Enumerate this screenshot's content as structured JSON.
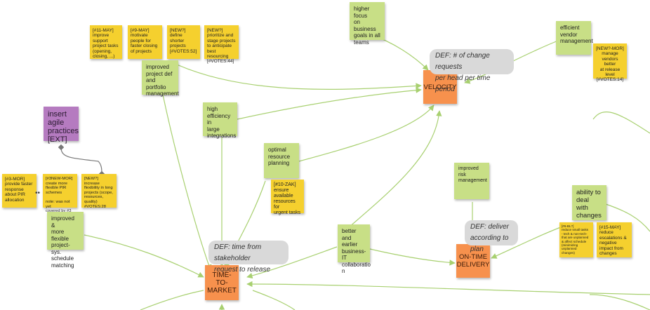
{
  "colors": {
    "edge": "#a8d070",
    "yellow": "#f5d02e",
    "green": "#c8df86",
    "orange": "#f7914d",
    "purple": "#b57bc0",
    "def": "#d9d9d9"
  },
  "nodes": {
    "may11": "[#11-MAY]\nimprove\nsupport\nproject tasks\n(opening,\nclosing, ...)",
    "may9": "[#9-MAY]\nmotivate\npeople for\nfaster closing\nof projects",
    "new_shorter": "[NEW?]\ndefine shorter\nprojects\n[#VOTES:52]",
    "new_prioritize": "[NEW?]\nprioritize and\nstage projects\nto anticipate\nbest resourcing\n[#VOTES:44]",
    "higher_focus": "higher focus\non business\ngoals in all\nteams",
    "efficient_vendor": "efficient\nvendor\nmanagement",
    "new_mor_vendors": "[NEW?-MOR]\nmanage\nvendors better\nat release\nlevel\n[#VOTES:14]",
    "improved_project_def": "improved\nproject def\nand portfolio\nmanagement",
    "high_efficiency": "high\nefficiency in\nlarge\nintegrations",
    "insert_agile": "insert\nagile\npractices\n[EXT]",
    "optimal_resource": "optimal\nresource\nplanning",
    "zak": "[#10-ZAK]\nensure\navailable\nresources for\nurgent tasks",
    "mor3": "[#3-MOR]\nprovide faster\nresponse\nabout PIR\nallocation",
    "new_mor3": "[#3NEW-MOR]\ncreate more\nflexible PIR\nschemes\n\nnote: was not yet\ncovered by #3",
    "new_flex": "[NEW?]\nincrease\nflexibility in long\nprojects (scope,\nresources,\nquality)\n#VOTES:28",
    "improved_flexible": "improved &\nmore flexible\nproject-sys.\nschedule\nmatching",
    "improved_risk": "improved risk\nmanagement",
    "ability_changes": "ability to\ndeal with\nchanges",
    "bl_small_tasks": "[#6-BL?]\nreduce small tasks\n- tech & non-tech-\nthat are unplanned\n& affect schedule\n(minimizing\nunplanned\nchanges)",
    "may15": "[#15-MAY]\nreduce\nescalations &\nnegative\nimpact from\nchanges",
    "better_earlier": "better and\nearlier\nbusiness-IT\ncollaboratio\nn",
    "dots": "••"
  },
  "targets": {
    "velocity": "VELOCITY",
    "time_to_market": "TIME-\nTO-\nMARKET",
    "on_time_delivery": "ON-TIME\nDELIVERY"
  },
  "definitions": {
    "velocity": "DEF: # of change requests\nper head per time period",
    "on_time": "DEF: deliver\naccording to plan",
    "time_to_market": "DEF: time from stakeholder\nrequest to release"
  }
}
